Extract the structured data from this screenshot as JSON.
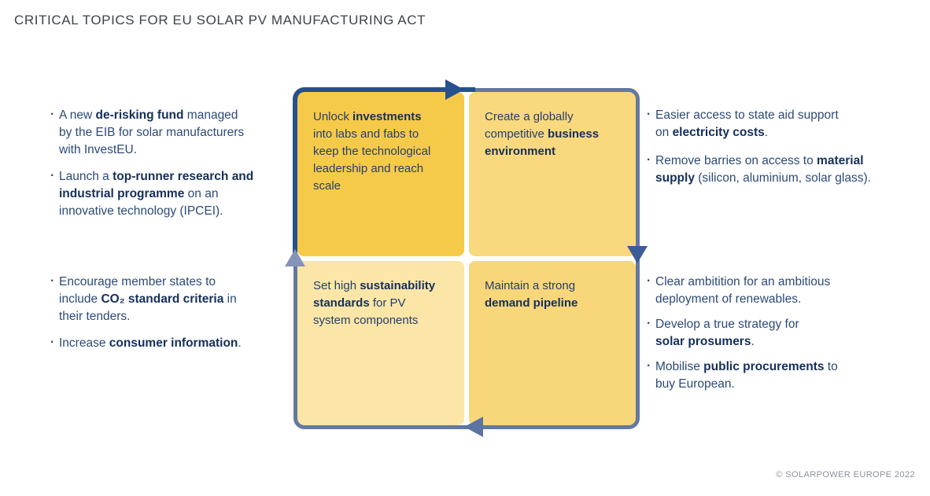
{
  "title": "CRITICAL TOPICS FOR EU SOLAR PV MANUFACTURING ACT",
  "bullet_char": "·",
  "left_top": {
    "items": [
      [
        {
          "t": "A new ",
          "b": false
        },
        {
          "t": "de-risking fund",
          "b": true
        },
        {
          "t": " managed",
          "b": false
        },
        {
          "br": true
        },
        {
          "t": "by the EIB for solar manufacturers",
          "b": false
        },
        {
          "br": true
        },
        {
          "t": "with InvestEU.",
          "b": false
        }
      ],
      [
        {
          "t": "Launch a ",
          "b": false
        },
        {
          "t": "top-runner research and",
          "b": true
        },
        {
          "br": true
        },
        {
          "t": "industrial programme",
          "b": true
        },
        {
          "t": " on an",
          "b": false
        },
        {
          "br": true
        },
        {
          "t": "innovative technology (IPCEI).",
          "b": false
        }
      ]
    ]
  },
  "left_bottom": {
    "items": [
      [
        {
          "t": "Encourage member states to",
          "b": false
        },
        {
          "br": true
        },
        {
          "t": "include ",
          "b": false
        },
        {
          "t": "CO₂ standard criteria",
          "b": true
        },
        {
          "t": " in",
          "b": false
        },
        {
          "br": true
        },
        {
          "t": "their tenders.",
          "b": false
        }
      ],
      [
        {
          "t": "Increase ",
          "b": false
        },
        {
          "t": "consumer information",
          "b": true
        },
        {
          "t": ".",
          "b": false
        }
      ]
    ]
  },
  "right_top": {
    "items": [
      [
        {
          "t": "Easier access to state aid support",
          "b": false
        },
        {
          "br": true
        },
        {
          "t": "on ",
          "b": false
        },
        {
          "t": "electricity costs",
          "b": true
        },
        {
          "t": ".",
          "b": false
        }
      ],
      [
        {
          "t": "Remove barries on access to ",
          "b": false
        },
        {
          "t": "material",
          "b": true
        },
        {
          "br": true
        },
        {
          "t": "supply",
          "b": true
        },
        {
          "t": " (silicon, aluminium, solar glass).",
          "b": false
        }
      ]
    ]
  },
  "right_bottom": {
    "items": [
      [
        {
          "t": "Clear ambitition for an ambitious",
          "b": false
        },
        {
          "br": true
        },
        {
          "t": "deployment of renewables.",
          "b": false
        }
      ],
      [
        {
          "t": "Develop a true strategy for",
          "b": false
        },
        {
          "br": true
        },
        {
          "t": "solar prosumers",
          "b": true
        },
        {
          "t": ".",
          "b": false
        }
      ],
      [
        {
          "t": "Mobilise ",
          "b": false
        },
        {
          "t": "public procurements",
          "b": true
        },
        {
          "t": " to",
          "b": false
        },
        {
          "br": true
        },
        {
          "t": "buy European.",
          "b": false
        }
      ]
    ]
  },
  "matrix": {
    "tl": [
      {
        "t": "Unlock ",
        "b": false
      },
      {
        "t": "investments",
        "b": true
      },
      {
        "br": true
      },
      {
        "t": "into labs and fabs to",
        "b": false
      },
      {
        "br": true
      },
      {
        "t": "keep the technological",
        "b": false
      },
      {
        "br": true
      },
      {
        "t": "leadership and reach",
        "b": false
      },
      {
        "br": true
      },
      {
        "t": "scale",
        "b": false
      }
    ],
    "tr": [
      {
        "t": "Create a globally",
        "b": false
      },
      {
        "br": true
      },
      {
        "t": "competitive ",
        "b": false
      },
      {
        "t": "business",
        "b": true
      },
      {
        "br": true
      },
      {
        "t": "environment",
        "b": true
      }
    ],
    "bl": [
      {
        "t": "Set high ",
        "b": false
      },
      {
        "t": "sustainability",
        "b": true
      },
      {
        "br": true
      },
      {
        "t": "standards",
        "b": true
      },
      {
        "t": " for PV",
        "b": false
      },
      {
        "br": true
      },
      {
        "t": "system components",
        "b": false
      }
    ],
    "br": [
      {
        "t": "Maintain a strong",
        "b": false
      },
      {
        "br": true
      },
      {
        "t": "demand pipeline",
        "b": true
      }
    ]
  },
  "colors": {
    "q_tl": "#f6ca49",
    "q_tr": "#f9d87e",
    "q_bl": "#fbe6a8",
    "q_br": "#f8d67a",
    "border": "#64799f",
    "border_dark": "#27508e",
    "arrow_top": "#27508e",
    "arrow_right": "#3c5c97",
    "arrow_bottom": "#5b73a3",
    "arrow_left": "#8593b8"
  },
  "footer": {
    "text": "© SOLARPOWER EUROPE 2022"
  }
}
